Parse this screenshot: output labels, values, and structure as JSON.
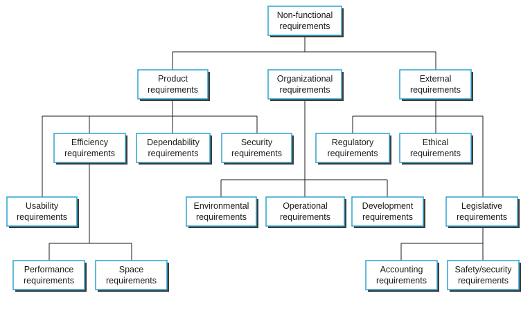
{
  "colors": {
    "box_border": "#2aa3cf",
    "box_shadow": "#3c3c3c",
    "box_fill": "#ffffff",
    "line": "#1a1a1a",
    "text": "#1a1a1a"
  },
  "nodes": {
    "nonfunctional": [
      "Non-functional",
      "requirements"
    ],
    "product": [
      "Product",
      "requirements"
    ],
    "organizational": [
      "Organizational",
      "requirements"
    ],
    "external": [
      "External",
      "requirements"
    ],
    "efficiency": [
      "Efficiency",
      "requirements"
    ],
    "dependability": [
      "Dependability",
      "requirements"
    ],
    "security": [
      "Security",
      "requirements"
    ],
    "regulatory": [
      "Regulatory",
      "requirements"
    ],
    "ethical": [
      "Ethical",
      "requirements"
    ],
    "usability": [
      "Usability",
      "requirements"
    ],
    "environmental": [
      "Environmental",
      "requirements"
    ],
    "operational": [
      "Operational",
      "requirements"
    ],
    "development": [
      "Development",
      "requirements"
    ],
    "legislative": [
      "Legislative",
      "requirements"
    ],
    "performance": [
      "Performance",
      "requirements"
    ],
    "space": [
      "Space",
      "requirements"
    ],
    "accounting": [
      "Accounting",
      "requirements"
    ],
    "safety_security": [
      "Safety/security",
      "requirements"
    ]
  }
}
